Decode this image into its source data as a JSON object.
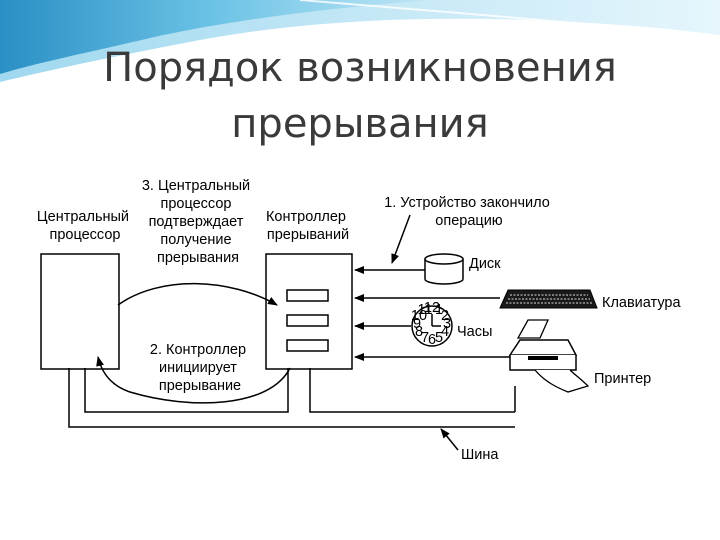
{
  "slide": {
    "title_line1": "Порядок возникновения",
    "title_line2": "прерывания"
  },
  "diagram": {
    "cpu_label": [
      "Центральный",
      "процессор"
    ],
    "controller_label": [
      "Контроллер",
      "прерываний"
    ],
    "step3": [
      "3. Центральный",
      "процессор",
      "подтверждает",
      "получение",
      "прерывания"
    ],
    "step2": [
      "2. Контроллер",
      "инициирует",
      "прерывание"
    ],
    "step1": [
      "1. Устройство закончило",
      "операцию"
    ],
    "devices": {
      "disk": "Диск",
      "keyboard": "Клавиатура",
      "clock": "Часы",
      "printer": "Принтер"
    },
    "bus": "Шина",
    "clock_numbers": [
      "11",
      "12",
      "1",
      "10",
      "2",
      "9",
      "3",
      "8",
      "4",
      "7",
      "6",
      "5"
    ]
  },
  "colors": {
    "accent_blue": "#5ab6da",
    "title_text": "#3a3a3a",
    "line": "#000000"
  }
}
